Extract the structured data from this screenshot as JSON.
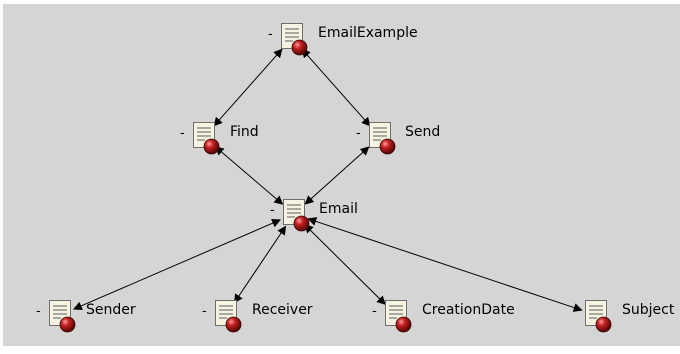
{
  "nodes": {
    "emailexample": {
      "label": "EmailExample",
      "toggle": "-"
    },
    "find": {
      "label": "Find",
      "toggle": "-"
    },
    "send": {
      "label": "Send",
      "toggle": "-"
    },
    "email": {
      "label": "Email",
      "toggle": "-"
    },
    "sender": {
      "label": "Sender",
      "toggle": "-"
    },
    "receiver": {
      "label": "Receiver",
      "toggle": "-"
    },
    "creationdate": {
      "label": "CreationDate",
      "toggle": "-"
    },
    "subject": {
      "label": "Subject",
      "toggle": ""
    }
  },
  "edges": [
    [
      "emailexample",
      "find"
    ],
    [
      "emailexample",
      "send"
    ],
    [
      "find",
      "email"
    ],
    [
      "send",
      "email"
    ],
    [
      "email",
      "sender"
    ],
    [
      "email",
      "receiver"
    ],
    [
      "email",
      "creationdate"
    ],
    [
      "email",
      "subject"
    ]
  ],
  "colors": {
    "background": "#d5d5d5",
    "edge": "#000000",
    "doc_fill": "#f6f3e0",
    "doc_lines": "#8e8e8e",
    "sphere": "#b01818"
  },
  "icons": {
    "node": "document-with-red-ball-icon"
  }
}
